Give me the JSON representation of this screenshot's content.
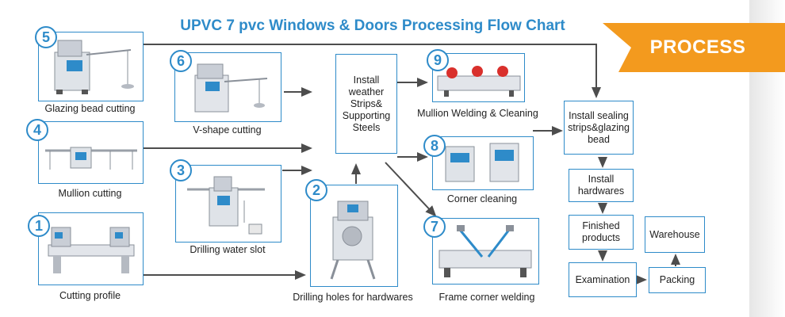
{
  "title": "UPVC 7 pvc Windows & Doors Processing Flow Chart",
  "badge": "PROCESS",
  "colors": {
    "accent": "#2e8bc9",
    "ribbon": "#f39a1e",
    "arrow": "#4d4d4d"
  },
  "steps": {
    "s5": {
      "number": "5",
      "caption": "Glazing bead cutting"
    },
    "s6": {
      "number": "6",
      "caption": "V-shape cutting"
    },
    "s4": {
      "number": "4",
      "caption": "Mullion cutting"
    },
    "s3": {
      "number": "3",
      "caption": "Drilling water slot"
    },
    "s1": {
      "number": "1",
      "caption": "Cutting profile"
    },
    "s2": {
      "number": "2",
      "caption": "Drilling holes for hardwares"
    },
    "s9": {
      "number": "9",
      "caption": "Mullion Welding & Cleaning"
    },
    "s8": {
      "number": "8",
      "caption": "Corner cleaning"
    },
    "s7": {
      "number": "7",
      "caption": "Frame corner welding"
    }
  },
  "boxes": {
    "weather": "Install weather Strips& Supporting Steels",
    "sealing": "Install sealing strips&glazing bead",
    "hardwares": "Install hardwares",
    "finished": "Finished products",
    "examination": "Examination",
    "packing": "Packing",
    "warehouse": "Warehouse"
  }
}
